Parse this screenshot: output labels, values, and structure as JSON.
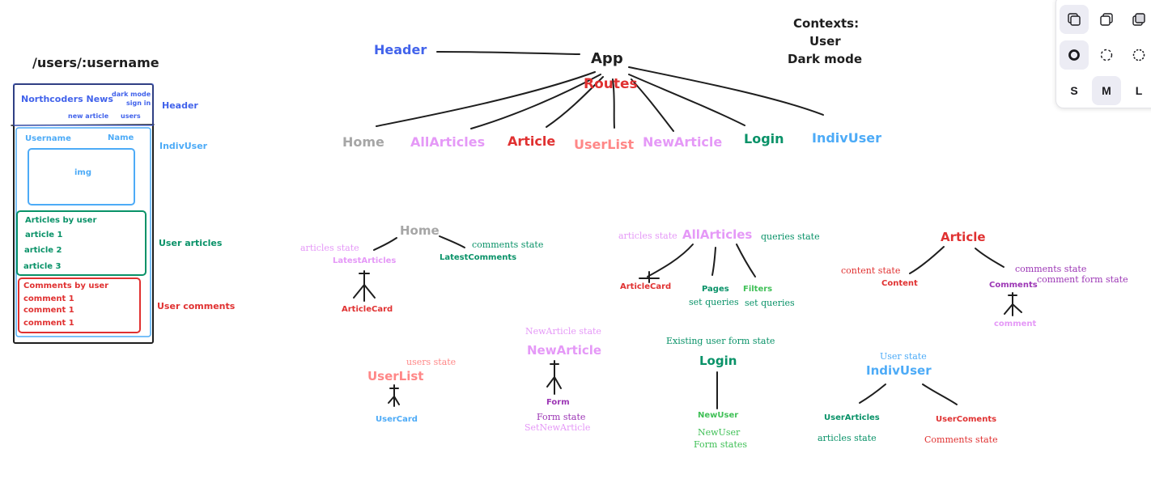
{
  "colors": {
    "black": "#1e1e1e",
    "blue": "#4263eb",
    "lightblue": "#4dabf7",
    "grey": "#a6a6a6",
    "pink": "#e599f7",
    "red": "#e03131",
    "salmon": "#ff8787",
    "green": "#099268",
    "lightgreen": "#40c057",
    "purple": "#9c36b5",
    "teal": "#0c8599"
  },
  "contexts": {
    "title": "Contexts:",
    "user": "User",
    "dark_mode": "Dark mode"
  },
  "wireframe": {
    "title": "/users/:username",
    "site_name": "Northcoders News",
    "dark_mode": "dark mode",
    "sign_in": "sign in",
    "new_article": "new article",
    "users": "users",
    "username": "Username",
    "name": "Name",
    "img": "img",
    "articles_heading": "Articles by user",
    "articles": [
      "article 1",
      "article 2",
      "article 3"
    ],
    "comments_heading": "Comments by user",
    "comments": [
      "comment 1",
      "comment 1",
      "comment 1"
    ],
    "label_header": "Header",
    "label_indivuser": "IndivUser",
    "label_user_articles": "User articles",
    "label_user_comments": "User comments"
  },
  "tree": {
    "header": "Header",
    "app": "App",
    "routes": "Routes",
    "children": [
      "Home",
      "AllArticles",
      "Article",
      "UserList",
      "NewArticle",
      "Login",
      "IndivUser"
    ]
  },
  "home": {
    "title": "Home",
    "articles_state": "articles state",
    "latest_articles": "LatestArticles",
    "comments_state": "comments state",
    "latest_comments": "LatestComments",
    "article_card": "ArticleCard"
  },
  "allarticles": {
    "title": "AllArticles",
    "articles_state": "articles state",
    "queries_state": "queries state",
    "article_card": "ArticleCard",
    "pages": "Pages",
    "pages_set": "set queries",
    "filters": "Filters",
    "filters_set": "set queries"
  },
  "article": {
    "title": "Article",
    "content_state": "content state",
    "content": "Content",
    "comments_state": "comments state",
    "comment_form_state": "comment form state",
    "comments": "Comments",
    "comment": "comment"
  },
  "userlist": {
    "users_state": "users state",
    "title": "UserList",
    "user_card": "UserCard"
  },
  "newarticle": {
    "state": "NewArticle state",
    "title": "NewArticle",
    "form": "Form",
    "form_state": "Form state",
    "set_new_article": "SetNewArticle"
  },
  "login": {
    "state": "Existing user form state",
    "title": "Login",
    "new_user": "NewUser",
    "new_user_state_1": "NewUser",
    "new_user_state_2": "Form states"
  },
  "indivuser": {
    "state": "User state",
    "title": "IndivUser",
    "user_articles": "UserArticles",
    "articles_state": "articles state",
    "user_coments": "UserComents",
    "comments_state": "Comments state"
  },
  "toolbar": {
    "size_s": "S",
    "size_m": "M",
    "size_l": "L"
  }
}
